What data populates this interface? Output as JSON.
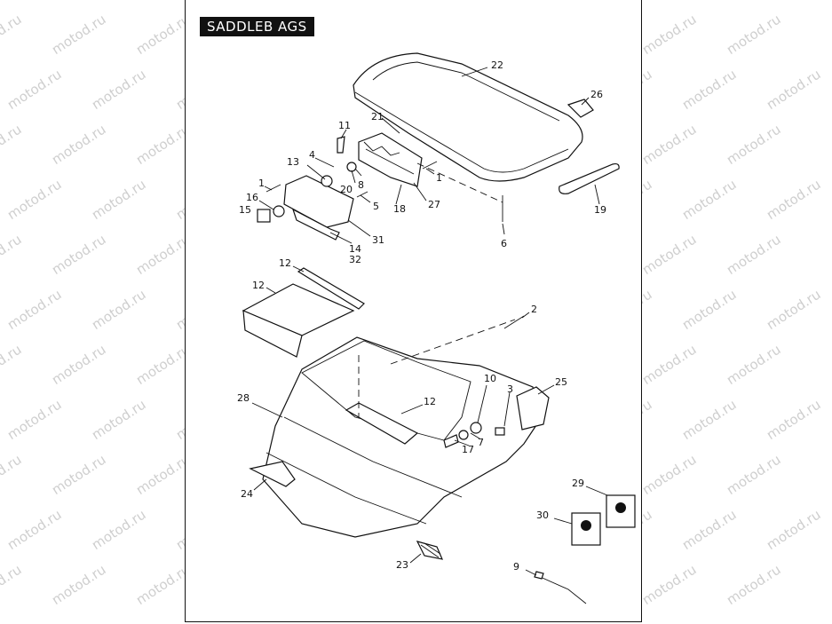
{
  "title": "SADDLEB AGS",
  "watermark": "motod.ru",
  "colors": {
    "ink": "#111111",
    "watermark": "#cfcfcf",
    "paper": "#ffffff"
  },
  "callouts": [
    "22",
    "26",
    "21",
    "11",
    "4",
    "13",
    "1",
    "1",
    "16",
    "15",
    "20",
    "8",
    "5",
    "18",
    "27",
    "19",
    "31",
    "14",
    "32",
    "6",
    "12",
    "12",
    "2",
    "10",
    "3",
    "25",
    "28",
    "12",
    "17",
    "7",
    "24",
    "29",
    "30",
    "23",
    "9"
  ]
}
